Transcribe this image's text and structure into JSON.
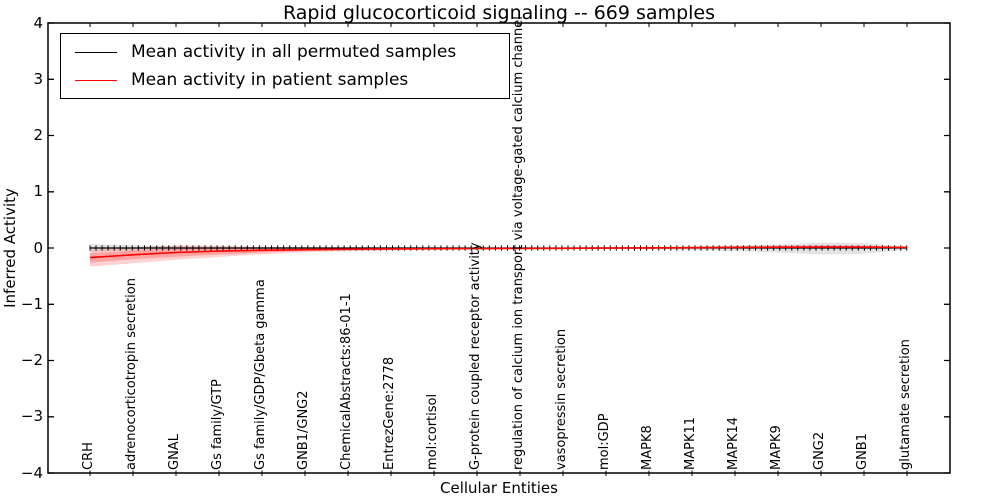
{
  "figure": {
    "title": "Rapid glucocorticoid signaling -- 669 samples",
    "xlabel": "Cellular Entities",
    "ylabel": "Inferred Activity"
  },
  "legend": {
    "entries": [
      {
        "label": "Mean activity in all permuted samples",
        "color": "#000000"
      },
      {
        "label": "Mean activity in patient samples",
        "color": "#ff0000"
      }
    ]
  },
  "chart_data": {
    "type": "line",
    "title": "Rapid glucocorticoid signaling -- 669 samples",
    "xlabel": "Cellular Entities",
    "ylabel": "Inferred Activity",
    "ylim": [
      -4,
      4
    ],
    "yticks": [
      4,
      3,
      2,
      1,
      0,
      -1,
      -2,
      -3,
      -4
    ],
    "grid": false,
    "legend_position": "upper left",
    "categories": [
      "CRH",
      "adrenocorticotropin secretion",
      "GNAL",
      "Gs family/GTP",
      "Gs family/GDP/Gbeta gamma",
      "GNB1/GNG2",
      "ChemicalAbstracts:86-01-1",
      "EntrezGene:2778",
      "mol:cortisol",
      "G-protein coupled receptor activity",
      "regulation of calcium ion transport via voltage-gated calcium channel",
      "vasopressin secretion",
      "mol:GDP",
      "MAPK8",
      "MAPK11",
      "MAPK14",
      "MAPK9",
      "GNG2",
      "GNB1",
      "glutamate secretion"
    ],
    "series": [
      {
        "name": "Mean activity in all permuted samples",
        "color": "#000000",
        "marker": "|",
        "band_color": "#999999",
        "band_opacity": 0.28,
        "values": [
          0,
          0,
          0,
          0,
          0,
          0,
          0,
          0,
          0,
          0,
          0,
          0,
          0,
          0,
          0,
          0,
          0,
          0,
          0,
          0
        ],
        "band_upper": [
          0.07,
          0.05,
          0.034,
          0.022,
          0.014,
          0.01,
          0.008,
          0.008,
          0.008,
          0.008,
          0.008,
          0.009,
          0.012,
          0.02,
          0.032,
          0.048,
          0.068,
          0.095,
          0.088,
          0.025
        ],
        "band_lower": [
          -0.065,
          -0.048,
          -0.032,
          -0.02,
          -0.013,
          -0.01,
          -0.008,
          -0.008,
          -0.008,
          -0.008,
          -0.008,
          -0.009,
          -0.013,
          -0.022,
          -0.036,
          -0.055,
          -0.08,
          -0.115,
          -0.102,
          -0.028
        ]
      },
      {
        "name": "Mean activity in patient samples",
        "color": "#ff0000",
        "marker": null,
        "band_color": "#ff0000",
        "band_opacity": 0.18,
        "values": [
          -0.17,
          -0.12,
          -0.08,
          -0.055,
          -0.04,
          -0.03,
          -0.022,
          -0.016,
          -0.012,
          -0.01,
          -0.008,
          -0.006,
          -0.002,
          0.002,
          0.006,
          0.01,
          0.014,
          0.016,
          0.016,
          0.01
        ],
        "band_upper": [
          -0.03,
          0.01,
          0.05,
          0.04,
          0.02,
          0.012,
          0.008,
          0.006,
          0.005,
          0.005,
          0.005,
          0.006,
          0.01,
          0.016,
          0.024,
          0.032,
          0.042,
          0.046,
          0.044,
          0.02
        ],
        "band_lower": [
          -0.33,
          -0.27,
          -0.21,
          -0.16,
          -0.11,
          -0.075,
          -0.055,
          -0.04,
          -0.03,
          -0.026,
          -0.022,
          -0.018,
          -0.014,
          -0.012,
          -0.01,
          -0.008,
          -0.006,
          -0.008,
          -0.01,
          -0.002
        ],
        "band_inner_upper": [
          -0.09,
          -0.05,
          -0.01,
          0,
          -0.005,
          -0.008,
          -0.006,
          -0.004,
          -0.003,
          -0.002,
          -0.001,
          0,
          0.004,
          0.009,
          0.014,
          0.02,
          0.027,
          0.03,
          0.029,
          0.015
        ],
        "band_inner_lower": [
          -0.26,
          -0.2,
          -0.155,
          -0.115,
          -0.08,
          -0.055,
          -0.04,
          -0.03,
          -0.022,
          -0.019,
          -0.016,
          -0.013,
          -0.009,
          -0.006,
          -0.003,
          -0.001,
          0.002,
          0.003,
          0.002,
          0.005
        ]
      }
    ]
  }
}
